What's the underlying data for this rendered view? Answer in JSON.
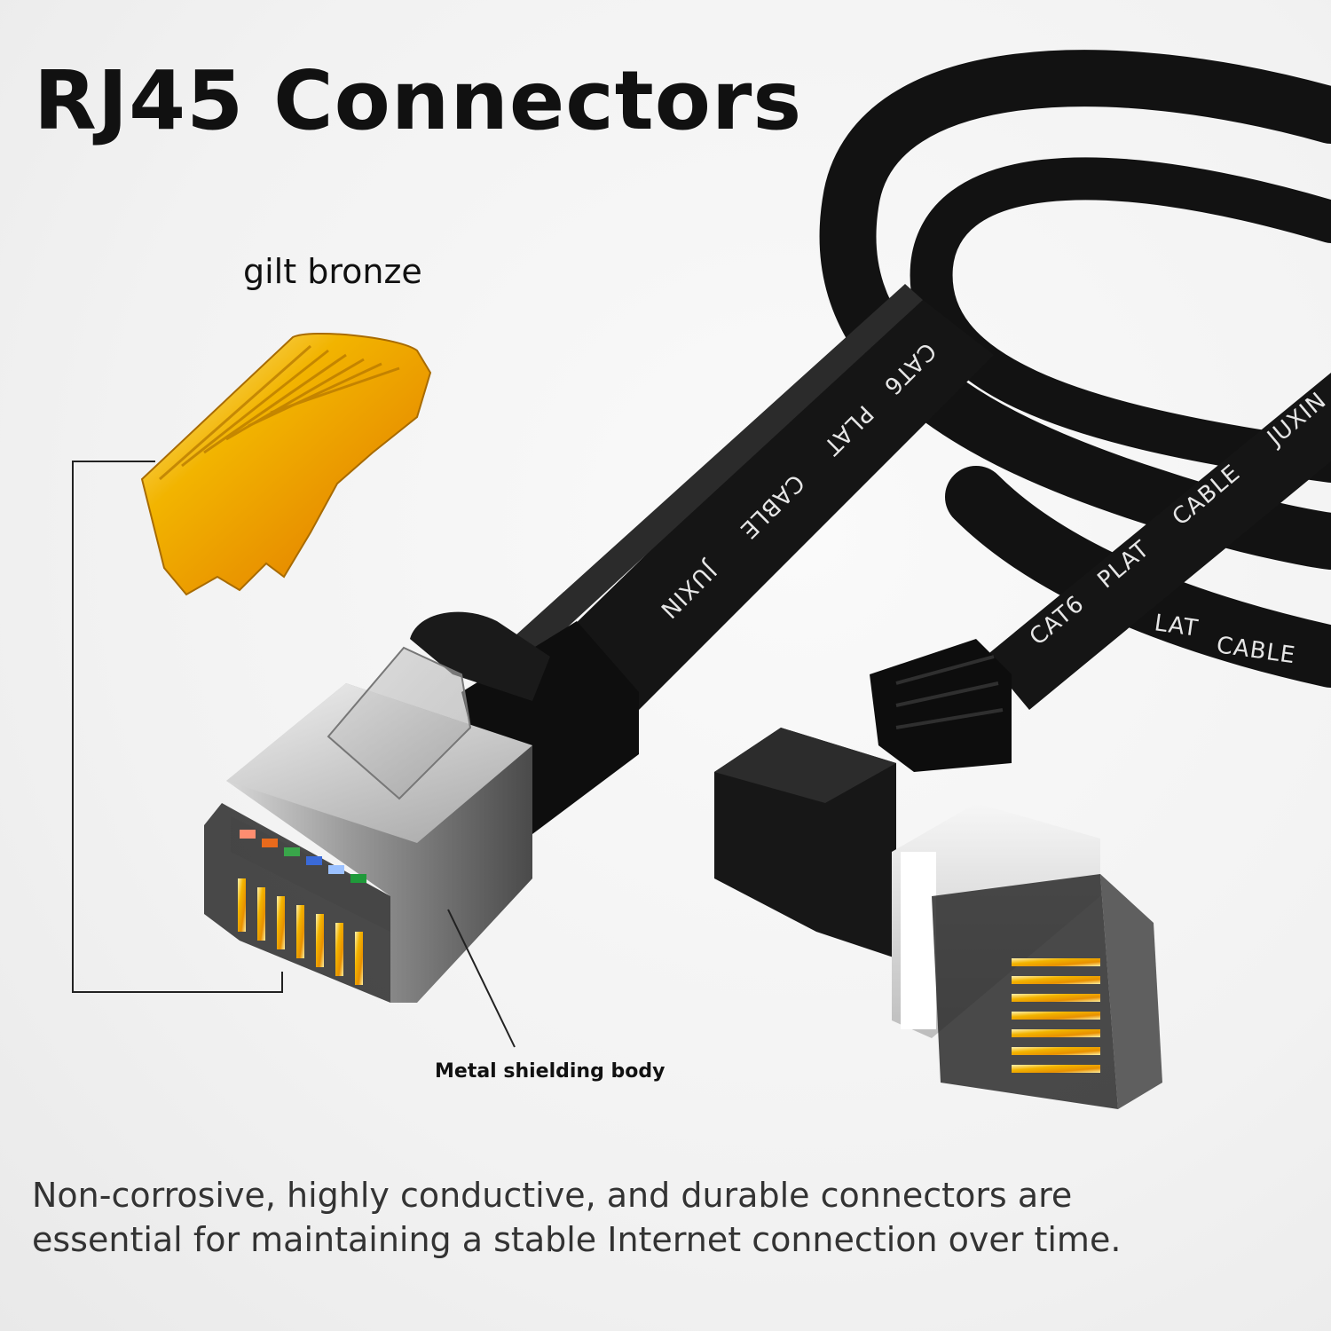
{
  "title": "RJ45 Connectors",
  "labels": {
    "gilt": "gilt bronze",
    "metal": "Metal shielding body"
  },
  "cable_print": {
    "left_run": [
      "CAT6",
      "PLAT",
      "CABLE",
      "JUXIN"
    ],
    "right_run": [
      "CAT6",
      "PLAT",
      "CABLE",
      "JUXIN"
    ],
    "coil": [
      "LAT",
      "CABLE"
    ]
  },
  "caption": {
    "line1": "Non-corrosive, highly conductive, and durable connectors are",
    "line2": "essential for maintaining a stable Internet connection over time."
  },
  "colors": {
    "gold": "#e8a400",
    "cable": "#111111",
    "metal": "#8a8a8a",
    "background": "#f2f2f2"
  }
}
